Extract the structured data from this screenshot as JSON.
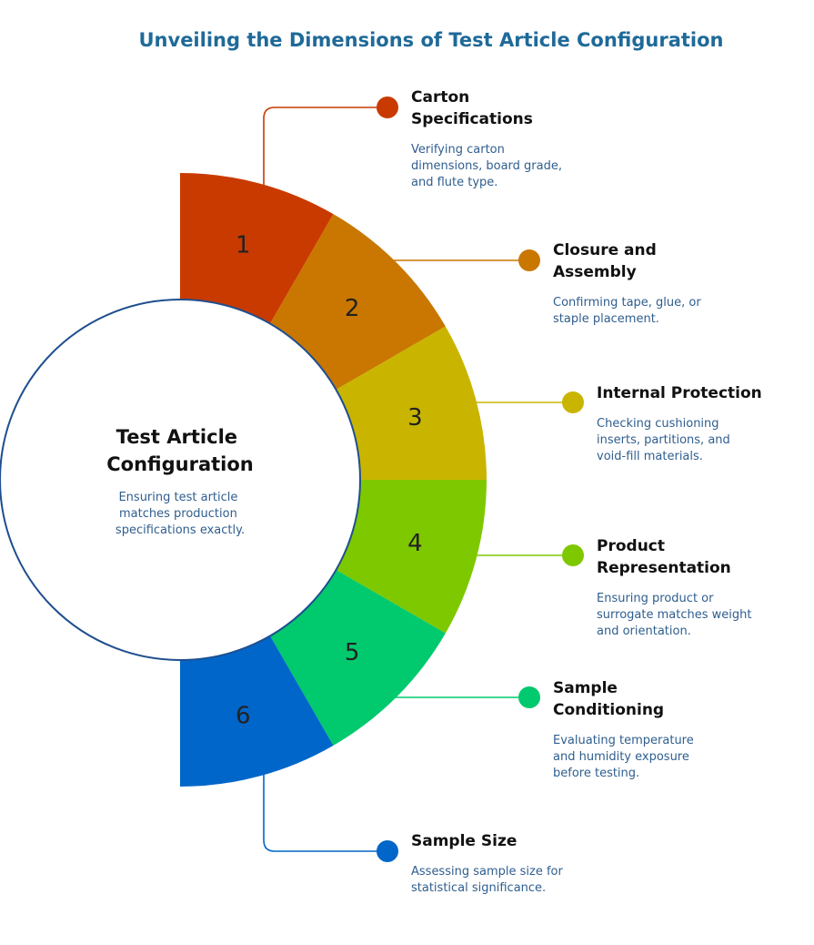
{
  "title": "Unveiling the Dimensions of Test Article Configuration",
  "center": {
    "title_lines": [
      "Test Article",
      "Configuration"
    ],
    "desc_lines": [
      "Ensuring test article",
      "matches production",
      "specifications exactly."
    ],
    "border_color": "#1f4f8f"
  },
  "segments": [
    {
      "number": "1",
      "color": "#c93a00",
      "title_lines": [
        "Carton",
        "Specifications"
      ],
      "desc_lines": [
        "Verifying carton",
        "dimensions, board grade,",
        "and flute type."
      ]
    },
    {
      "number": "2",
      "color": "#c97700",
      "title_lines": [
        "Closure and",
        "Assembly"
      ],
      "desc_lines": [
        "Confirming tape, glue, or",
        "staple placement."
      ]
    },
    {
      "number": "3",
      "color": "#c9b500",
      "title_lines": [
        "Internal Protection"
      ],
      "desc_lines": [
        "Checking cushioning",
        "inserts, partitions, and",
        "void-fill materials."
      ]
    },
    {
      "number": "4",
      "color": "#7ec800",
      "title_lines": [
        "Product",
        "Representation"
      ],
      "desc_lines": [
        "Ensuring product or",
        "surrogate matches weight",
        "and orientation."
      ]
    },
    {
      "number": "5",
      "color": "#00c96e",
      "title_lines": [
        "Sample",
        "Conditioning"
      ],
      "desc_lines": [
        "Evaluating temperature",
        "and humidity exposure",
        "before testing."
      ]
    },
    {
      "number": "6",
      "color": "#0066c9",
      "title_lines": [
        "Sample Size"
      ],
      "desc_lines": [
        "Assessing sample size for",
        "statistical significance."
      ]
    }
  ]
}
